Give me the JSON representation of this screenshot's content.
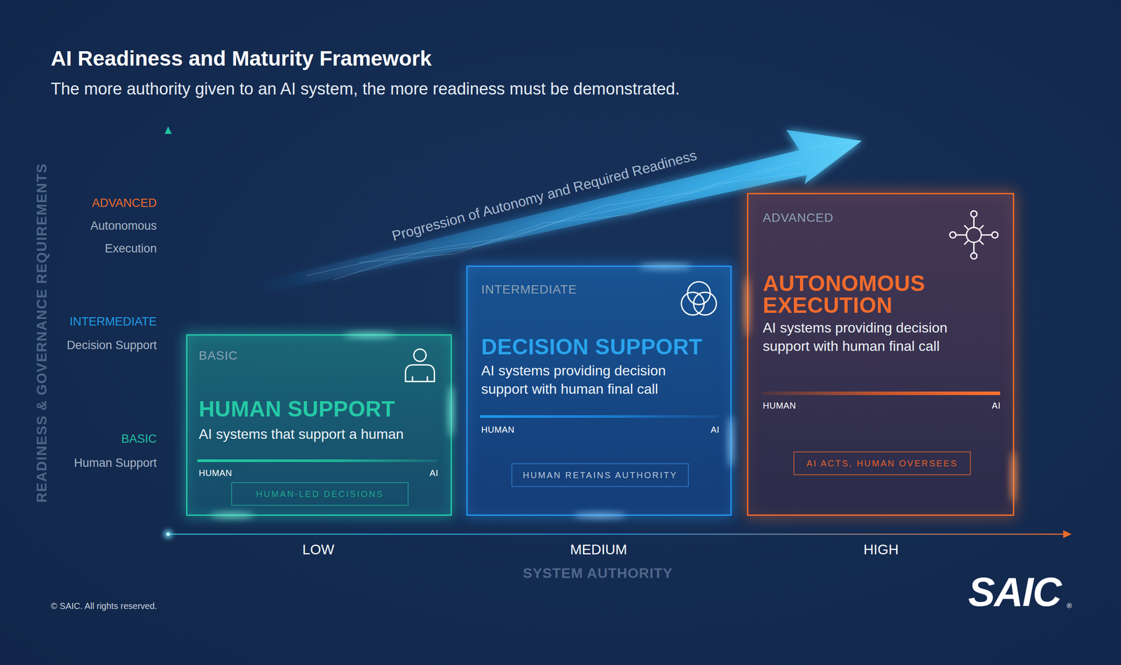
{
  "diagram": {
    "title": "AI Readiness and Maturity Framework",
    "caption": "The more authority given to an AI system, the more readiness must be demonstrated.",
    "nodes": [
      {
        "text": [
          "BASIC",
          "HUMAN SUPPORT",
          "AI systems that support a human",
          "HUMAN",
          "AI"
        ]
      },
      {
        "text": [
          "HUMAN-LED DECISIONS"
        ],
        "in": 0
      },
      {
        "text": [
          "INTERMEDIATE",
          "DECISION SUPPORT",
          "AI systems providing decision support with human final call",
          "HUMAN",
          "AI"
        ]
      },
      {
        "text": [
          "HUMAN RETAINS AUTHORITY"
        ],
        "in": 2
      },
      {
        "text": [
          "ADVANCED",
          "AUTONOMOUS EXECUTION",
          "AI systems providing decision support with human final call",
          "HUMAN",
          "AI"
        ]
      },
      {
        "text": [
          "AI ACTS, HUMAN OVERSEES"
        ],
        "in": 4
      }
    ],
    "labels": [
      "READINESS & GOVERNANCE REQUIREMENTS",
      "ADVANCED",
      "Autonomous Execution",
      "INTERMEDIATE",
      "Decision Support",
      "BASIC",
      "Human Support",
      "Progression of Autonomy and Required Readiness",
      "LOW",
      "MEDIUM",
      "HIGH",
      "SYSTEM AUTHORITY",
      "© SAIC. All rights reserved.",
      "SAIC",
      "®"
    ]
  }
}
